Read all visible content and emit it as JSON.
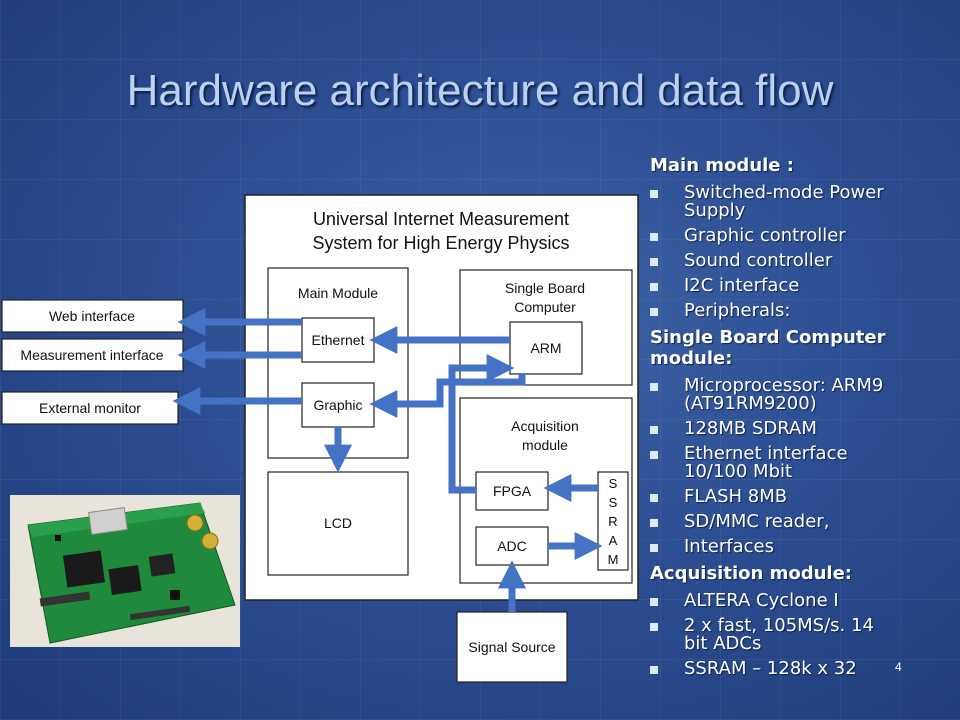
{
  "slide": {
    "title": "Hardware architecture and data flow",
    "page_number": "4"
  },
  "diagram": {
    "title_line1": "Universal Internet Measurement",
    "title_line2": "System for High Energy Physics",
    "main_module": "Main Module",
    "sbc_line1": "Single Board",
    "sbc_line2": "Computer",
    "ethernet": "Ethernet",
    "arm": "ARM",
    "graphic": "Graphic",
    "lcd": "LCD",
    "acq_line1": "Acquisition",
    "acq_line2": "module",
    "fpga": "FPGA",
    "adc": "ADC",
    "ssram": [
      "S",
      "S",
      "R",
      "A",
      "M"
    ],
    "signal_source": "Signal Source",
    "web_interface": "Web interface",
    "measurement_interface": "Measurement interface",
    "external_monitor": "External monitor",
    "arrow_color": "#4472c4"
  },
  "panel": {
    "main_module": {
      "heading": "Main module :",
      "items": [
        [
          "Switched-mode Power",
          "Supply"
        ],
        [
          "Graphic controller"
        ],
        [
          "Sound controller"
        ],
        [
          "I2C interface"
        ],
        [
          "Peripherals:"
        ]
      ]
    },
    "sbc_module": {
      "heading_line1": "Single Board Computer",
      "heading_line2": "module:",
      "items": [
        [
          "Microprocessor: ARM9",
          "(AT91RM9200)"
        ],
        [
          "128MB SDRAM"
        ],
        [
          "Ethernet interface",
          "10/100 Mbit"
        ],
        [
          "FLASH 8MB"
        ],
        [
          "SD/MMC reader,"
        ],
        [
          "Interfaces"
        ]
      ]
    },
    "acq_module": {
      "heading": "Acquisition module:",
      "items": [
        [
          "ALTERA Cyclone I"
        ],
        [
          "2 x fast, 105MS/s. 14",
          "bit ADCs"
        ],
        [
          "SSRAM – 128k x 32"
        ]
      ]
    }
  }
}
